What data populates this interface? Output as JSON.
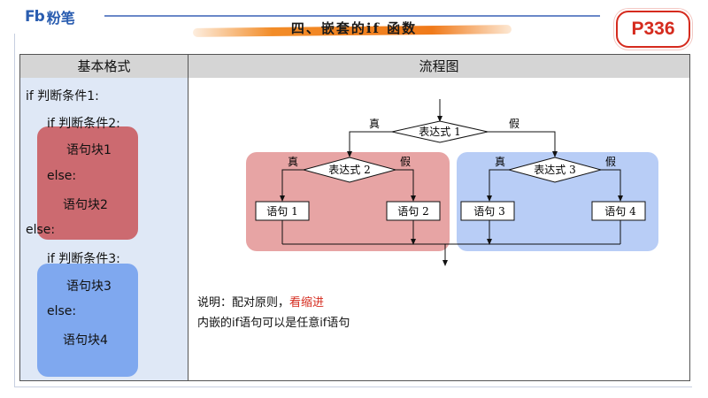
{
  "header": {
    "logo_mark": "Fb",
    "logo_text": "粉笔",
    "section_title": "四、嵌套的if 函数",
    "page_label": "P336"
  },
  "table": {
    "left_header": "基本格式",
    "right_header": "流程图"
  },
  "code": {
    "outer_if": "if  判断条件1:",
    "inner_if_1": "if  判断条件2:",
    "block_1": "语句块1",
    "else_1": "else:",
    "block_2": "语句块2",
    "outer_else": "else:",
    "inner_if_2": "if  判断条件3:",
    "block_3": "语句块3",
    "else_2": "else:",
    "block_4": "语句块4"
  },
  "flowchart": {
    "expr1": "表达式 1",
    "expr2": "表达式 2",
    "expr3": "表达式 3",
    "true_label": "真",
    "false_label": "假",
    "stmt1": "语句 1",
    "stmt2": "语句 2",
    "stmt3": "语句 3",
    "stmt4": "语句 4"
  },
  "notes": {
    "line1_prefix": "说明：配对原则，",
    "line1_highlight": "看缩进",
    "line2": "内嵌的if语句可以是任意if语句"
  },
  "colors": {
    "accent_red": "#d52b1e",
    "brand_blue": "#2a5db0",
    "red_block": "#cc6a70",
    "blue_block": "#7fa8ef",
    "red_region": "#e7a4a4",
    "blue_region": "#b8cdf6"
  }
}
